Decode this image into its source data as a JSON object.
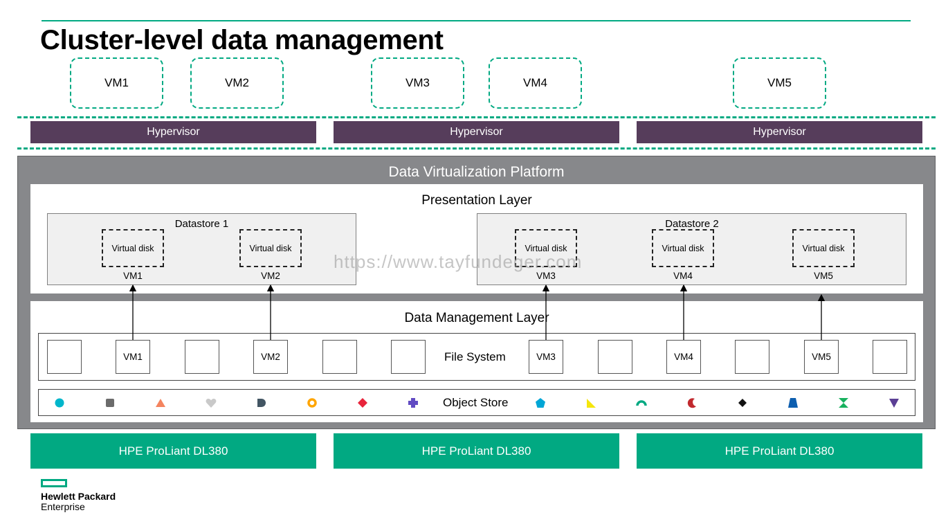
{
  "slide": {
    "title": "Cluster-level data management"
  },
  "vms": [
    {
      "label": "VM1"
    },
    {
      "label": "VM2"
    },
    {
      "label": "VM3"
    },
    {
      "label": "VM4"
    },
    {
      "label": "VM5"
    }
  ],
  "hypervisors": [
    {
      "label": "Hypervisor"
    },
    {
      "label": "Hypervisor"
    },
    {
      "label": "Hypervisor"
    }
  ],
  "platform": {
    "title": "Data Virtualization Platform",
    "presentation_layer": {
      "title": "Presentation Layer",
      "datastores": [
        {
          "title": "Datastore 1",
          "disks": [
            {
              "disk_label": "Virtual disk",
              "vm": "VM1"
            },
            {
              "disk_label": "Virtual disk",
              "vm": "VM2"
            }
          ]
        },
        {
          "title": "Datastore 2",
          "disks": [
            {
              "disk_label": "Virtual disk",
              "vm": "VM3"
            },
            {
              "disk_label": "Virtual disk",
              "vm": "VM4"
            },
            {
              "disk_label": "Virtual disk",
              "vm": "VM5"
            }
          ]
        }
      ]
    },
    "data_management_layer": {
      "title": "Data Management Layer",
      "file_system": {
        "label": "File System",
        "cells": [
          "",
          "VM1",
          "",
          "VM2",
          "",
          "",
          "VM3",
          "",
          "VM4",
          "",
          "VM5",
          ""
        ]
      },
      "object_store": {
        "label": "Object Store",
        "symbols": [
          {
            "icon": "circle-icon",
            "color": "#00b6cb"
          },
          {
            "icon": "rounded-square-icon",
            "color": "#6b6b6b"
          },
          {
            "icon": "triangle-icon",
            "color": "#f4845f"
          },
          {
            "icon": "heart-icon",
            "color": "#c9c9c9"
          },
          {
            "icon": "d-shape-icon",
            "color": "#425563"
          },
          {
            "icon": "ring-icon",
            "color": "#ffa500"
          },
          {
            "icon": "diamond-icon",
            "color": "#e8243b"
          },
          {
            "icon": "plus-icon",
            "color": "#614bc3"
          },
          {
            "icon": "pentagon-icon",
            "color": "#00a6d6"
          },
          {
            "icon": "right-triangle-icon",
            "color": "#f5e60c"
          },
          {
            "icon": "arc-icon",
            "color": "#01a982"
          },
          {
            "icon": "crescent-icon",
            "color": "#c1292e"
          },
          {
            "icon": "black-diamond-icon",
            "color": "#111111"
          },
          {
            "icon": "trapezoid-icon",
            "color": "#0d5eaf"
          },
          {
            "icon": "hourglass-icon",
            "color": "#17b15e"
          },
          {
            "icon": "down-triangle-icon",
            "color": "#5b3f95"
          }
        ]
      }
    }
  },
  "servers": [
    {
      "label": "HPE ProLiant DL380"
    },
    {
      "label": "HPE ProLiant DL380"
    },
    {
      "label": "HPE ProLiant DL380"
    }
  ],
  "watermark": "https://www.tayfundeger.com",
  "logo": {
    "line1": "Hewlett Packard",
    "line2": "Enterprise"
  },
  "colors": {
    "accent_green": "#01a982",
    "hypervisor_purple": "#563d5b",
    "platform_gray": "#87888b"
  }
}
